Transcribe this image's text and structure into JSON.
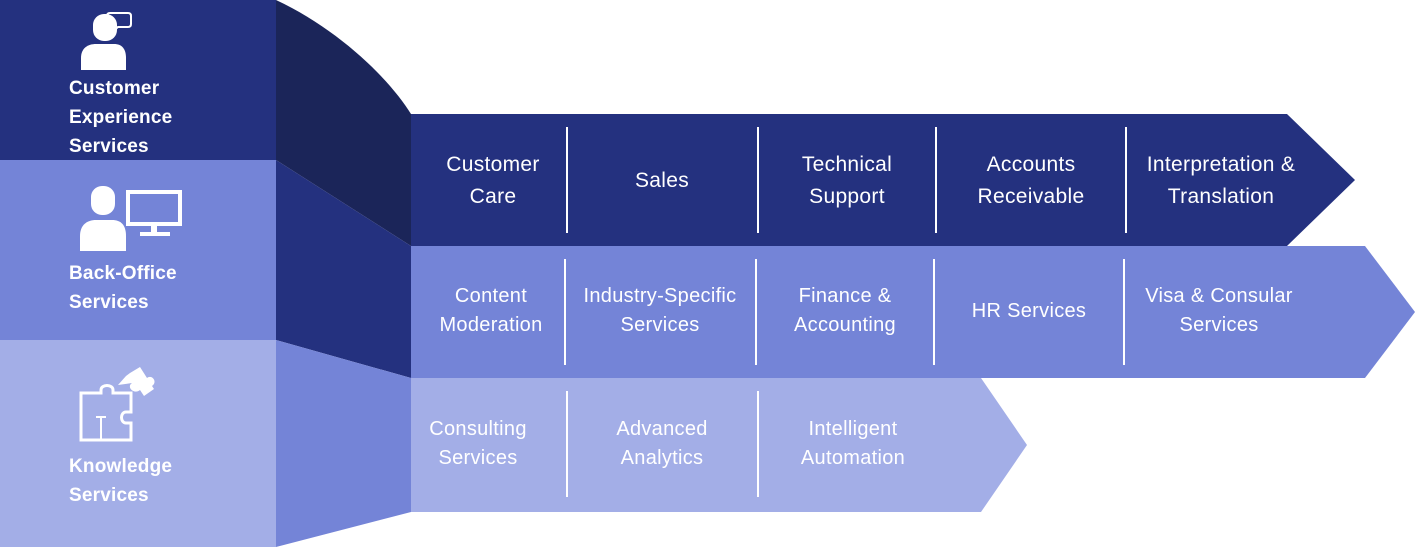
{
  "categories": [
    {
      "name": "Customer\nExperience\nServices",
      "icon": "person-speech-bubble-icon",
      "color": "#24317F"
    },
    {
      "name": "Back-Office\nServices",
      "icon": "person-computer-icon",
      "color": "#7484D7"
    },
    {
      "name": "Knowledge\nServices",
      "icon": "puzzle-pieces-icon",
      "color": "#A3AEE7"
    }
  ],
  "rows": [
    {
      "color": "#24317F",
      "items": [
        "Customer\nCare",
        "Sales",
        "Technical\nSupport",
        "Accounts\nReceivable",
        "Interpretation &\nTranslation"
      ]
    },
    {
      "color": "#7484D7",
      "items": [
        "Content\nModeration",
        "Industry-Specific\nServices",
        "Finance &\nAccounting",
        "HR Services",
        "Visa & Consular\nServices"
      ]
    },
    {
      "color": "#A3AEE7",
      "items": [
        "Consulting\nServices",
        "Advanced\nAnalytics",
        "Intelligent\nAutomation"
      ]
    }
  ],
  "colors": {
    "dark": "#24317F",
    "darkest": "#1B2559",
    "mid": "#7484D7",
    "light": "#A3AEE7",
    "divider": "#FFFFFF",
    "text": "#FFFFFF"
  }
}
